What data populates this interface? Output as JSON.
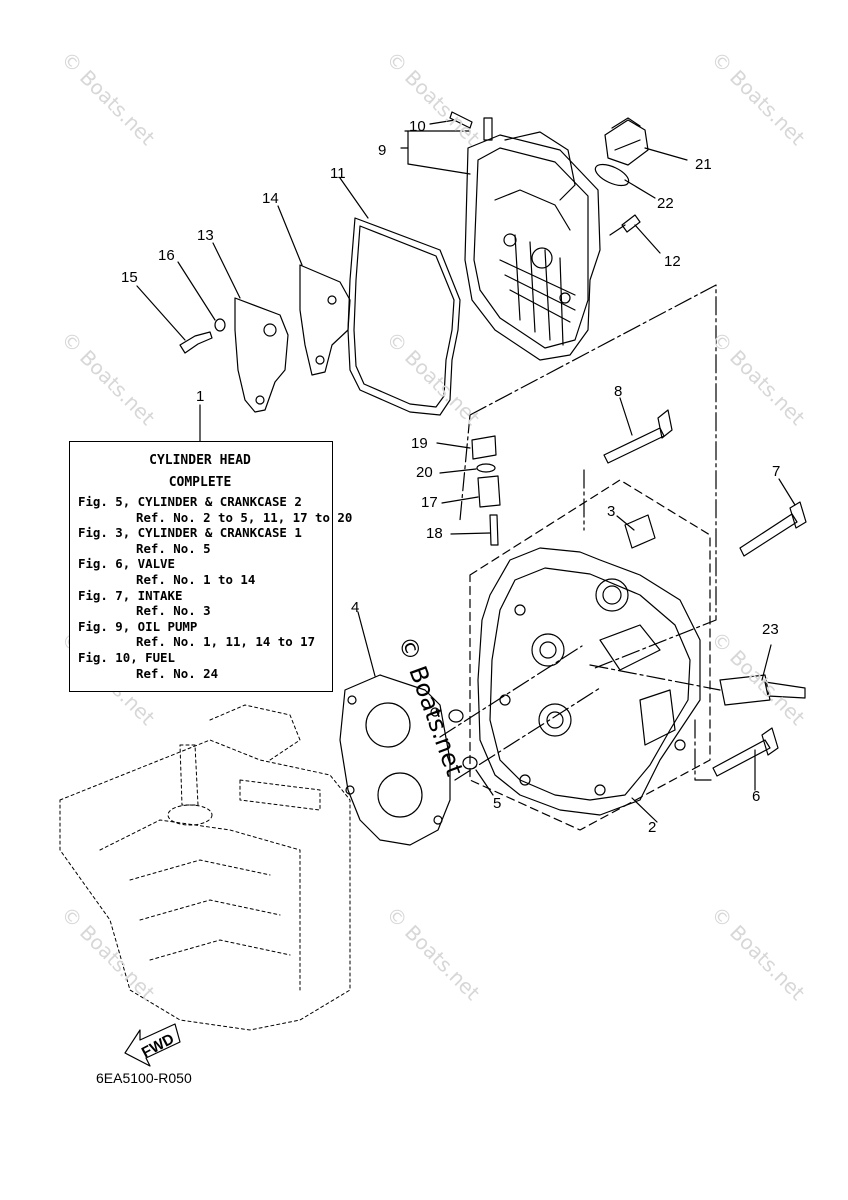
{
  "diagram": {
    "callouts": [
      {
        "id": "1",
        "label": "1"
      },
      {
        "id": "2",
        "label": "2"
      },
      {
        "id": "3",
        "label": "3"
      },
      {
        "id": "4",
        "label": "4"
      },
      {
        "id": "5",
        "label": "5"
      },
      {
        "id": "6",
        "label": "6"
      },
      {
        "id": "7",
        "label": "7"
      },
      {
        "id": "8",
        "label": "8"
      },
      {
        "id": "9",
        "label": "9"
      },
      {
        "id": "10",
        "label": "10"
      },
      {
        "id": "11",
        "label": "11"
      },
      {
        "id": "12",
        "label": "12"
      },
      {
        "id": "13",
        "label": "13"
      },
      {
        "id": "14",
        "label": "14"
      },
      {
        "id": "15",
        "label": "15"
      },
      {
        "id": "16",
        "label": "16"
      },
      {
        "id": "17",
        "label": "17"
      },
      {
        "id": "18",
        "label": "18"
      },
      {
        "id": "19",
        "label": "19"
      },
      {
        "id": "20",
        "label": "20"
      },
      {
        "id": "21",
        "label": "21"
      },
      {
        "id": "22",
        "label": "22"
      },
      {
        "id": "23",
        "label": "23"
      }
    ],
    "reference_box": {
      "title_line1": "CYLINDER HEAD",
      "title_line2": "COMPLETE",
      "lines": [
        {
          "fig": "Fig. 5, CYLINDER & CRANKCASE 2",
          "ref": "Ref. No. 2 to 5, 11, 17 to 20"
        },
        {
          "fig": "Fig. 3, CYLINDER & CRANKCASE 1",
          "ref": "Ref. No. 5"
        },
        {
          "fig": "Fig. 6, VALVE",
          "ref": "Ref. No. 1 to 14"
        },
        {
          "fig": "Fig. 7, INTAKE",
          "ref": "Ref. No. 3"
        },
        {
          "fig": "Fig. 9, OIL PUMP",
          "ref": "Ref. No. 1, 11, 14 to 17"
        },
        {
          "fig": "Fig. 10, FUEL",
          "ref": "Ref. No. 24"
        }
      ]
    },
    "fwd_label": "FWD",
    "diagram_code": "6EA5100-R050",
    "watermark": "© Boats.net"
  }
}
